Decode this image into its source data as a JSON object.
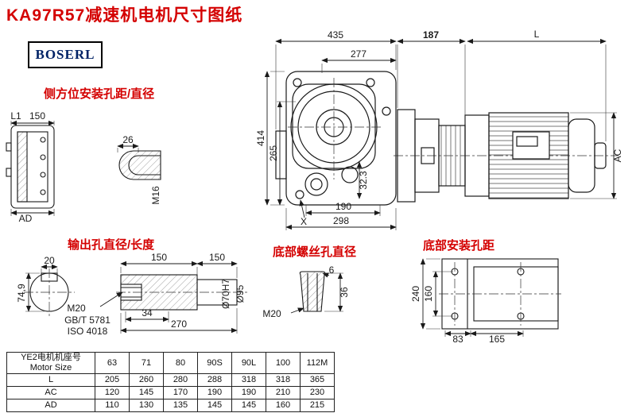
{
  "title": "KA97R57减速机电机尺寸图纸",
  "logo": {
    "text": "BOSERL"
  },
  "colors": {
    "accent_red": "#d40000",
    "logo_blue": "#002266",
    "line": "#1a1a1a"
  },
  "annotations": {
    "side_mount": "侧方位安装孔距/直径",
    "output_hole": "输出孔直径/长度",
    "bottom_screw": "底部螺丝孔直径",
    "bottom_mount": "底部安装孔距"
  },
  "dims": {
    "d435": "435",
    "d187": "187",
    "dL": "L",
    "d277": "277",
    "d414": "414",
    "d265": "265",
    "dAC": "AC",
    "d26": "26",
    "m16": "M16",
    "dL1": "L1",
    "d150_side": "150",
    "dAD": "AD",
    "d32_3": "32.3",
    "dX": "X",
    "d190": "190",
    "d298": "298",
    "d20": "20",
    "d74_9": "74,9",
    "d150_a": "150",
    "d150_b": "150",
    "m20_output": "M20",
    "std_gbt": "GB/T 5781",
    "std_iso": "ISO 4018",
    "d34": "34",
    "d270": "270",
    "d70": "Ø70H7",
    "d95": "Ø95",
    "d36": "36",
    "d6": "6",
    "m20_bolt": "M20",
    "d240": "240",
    "d160": "160",
    "d83": "83",
    "d165": "165"
  },
  "table": {
    "header_cn": "YE2电机机座号",
    "header_en": "Motor Size",
    "columns": [
      "63",
      "71",
      "80",
      "90S",
      "90L",
      "100",
      "112M"
    ],
    "rows": [
      {
        "label": "L",
        "values": [
          "205",
          "260",
          "280",
          "288",
          "318",
          "318",
          "365"
        ]
      },
      {
        "label": "AC",
        "values": [
          "120",
          "145",
          "170",
          "190",
          "190",
          "210",
          "230"
        ]
      },
      {
        "label": "AD",
        "values": [
          "110",
          "130",
          "135",
          "145",
          "145",
          "160",
          "215"
        ]
      }
    ]
  }
}
